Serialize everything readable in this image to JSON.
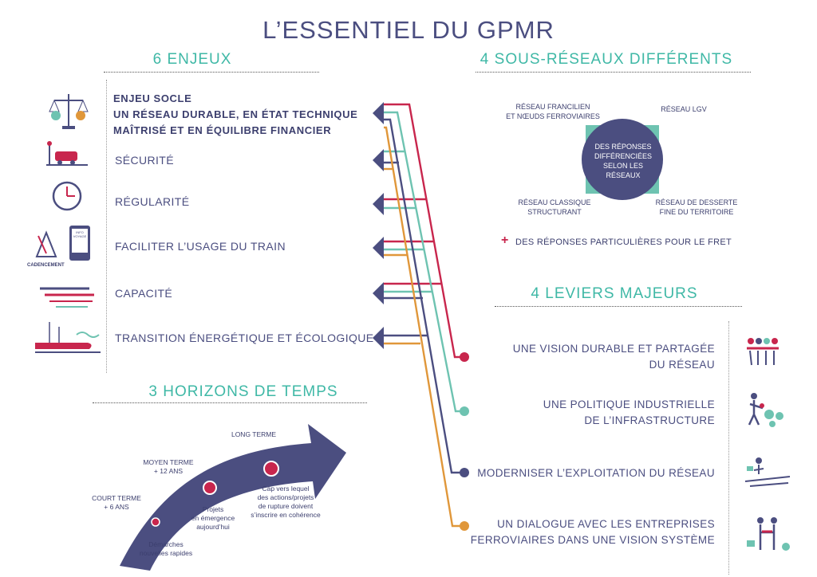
{
  "title": "L’ESSENTIEL  DU GPMR",
  "enjeux": {
    "title": "6 ENJEUX",
    "socle_lines": [
      "ENJEU SOCLE",
      "UN RÉSEAU DURABLE, EN ÉTAT TECHNIQUE",
      "MAÎTRISÉ ET EN ÉQUILIBRE FINANCIER"
    ],
    "items": [
      "SÉCURITÉ",
      "RÉGULARITÉ",
      "FACILITER L’USAGE DU TRAIN",
      "CAPACITÉ",
      "TRANSITION ÉNERGÉTIQUE ET ÉCOLOGIQUE"
    ],
    "icon_labels": {
      "cadencement": "CADENCEMENT",
      "phone": "INFO VOYAGE"
    }
  },
  "sous_reseaux": {
    "title": "4 SOUS-RÉSEAUX DIFFÉRENTS",
    "francilien": [
      "RÉSEAU FRANCILIEN",
      "ET NŒUDS FERROVIAIRES"
    ],
    "lgv": "RÉSEAU LGV",
    "classique": [
      "RÉSEAU CLASSIQUE",
      "STRUCTURANT"
    ],
    "desserte": [
      "RÉSEAU DE DESSERTE",
      "FINE DU TERRITOIRE"
    ],
    "center": [
      "DES RÉPONSES",
      "DIFFÉRENCIÉES",
      "SELON LES",
      "RÉSEAUX"
    ],
    "fret_plus": "+",
    "fret": "DES RÉPONSES PARTICULIÈRES POUR LE FRET"
  },
  "leviers": {
    "title": "4 LEVIERS MAJEURS",
    "items": [
      [
        "UNE VISION DURABLE ET PARTAGÉE",
        "DU RÉSEAU"
      ],
      [
        "UNE POLITIQUE INDUSTRIELLE",
        "DE L’INFRASTRUCTURE"
      ],
      [
        "MODERNISER L’EXPLOITATION DU RÉSEAU"
      ],
      [
        "UN DIALOGUE AVEC LES ENTREPRISES",
        "FERROVIAIRES DANS UNE VISION SYSTÈME"
      ]
    ]
  },
  "horizons": {
    "title": "3 HORIZONS DE TEMPS",
    "long": "LONG TERME",
    "moyen": [
      "MOYEN TERME",
      "+ 12 ANS"
    ],
    "court": [
      "COURT TERME",
      "+ 6 ANS"
    ],
    "d1": [
      "Démarches",
      "nouvelles rapides"
    ],
    "d2": [
      "Projets",
      "en émergence",
      "aujourd’hui"
    ],
    "d3": [
      "Cap vers lequel",
      "des actions/projets",
      "de rupture doivent",
      "s’inscrire en cohérence"
    ]
  },
  "colors": {
    "red": "#c8264d",
    "teal": "#6ec3b1",
    "navy": "#4b4e80",
    "orange": "#e0973a",
    "accent": "#3fb8a6"
  }
}
